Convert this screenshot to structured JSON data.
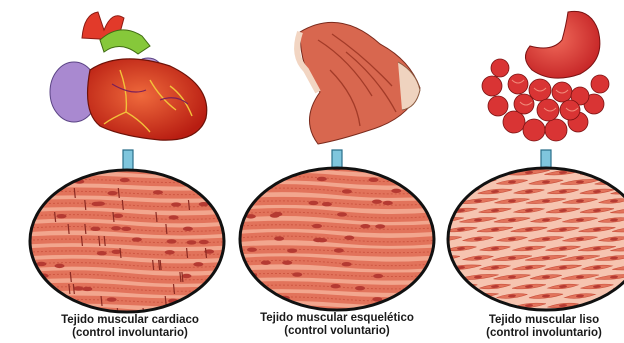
{
  "panels": [
    {
      "organ": "heart",
      "tissue": "cardiac",
      "caption_line1": "Tejido muscular cardiaco",
      "caption_line2": "(control involuntario)"
    },
    {
      "organ": "arm-muscles",
      "tissue": "skeletal",
      "caption_line1": "Tejido muscular esquelético",
      "caption_line2": "(control voluntario)"
    },
    {
      "organ": "stomach-intestine",
      "tissue": "smooth",
      "caption_line1": "Tejido muscular liso",
      "caption_line2": "(control involuntario)"
    }
  ],
  "colors": {
    "tissue_base": "#f2a68e",
    "fiber": "#e2735b",
    "fiber_dark": "#c9503c",
    "nucleus": "#b53a32",
    "outline": "#111111",
    "arrow_fill": "#7fc6dd",
    "arrow_stroke": "#2a6f8a",
    "heart_red": "#d6301f",
    "heart_purple": "#a989d0",
    "heart_green": "#7dbf2e",
    "muscle": "#d8674f",
    "stomach": "#e03b3b"
  }
}
